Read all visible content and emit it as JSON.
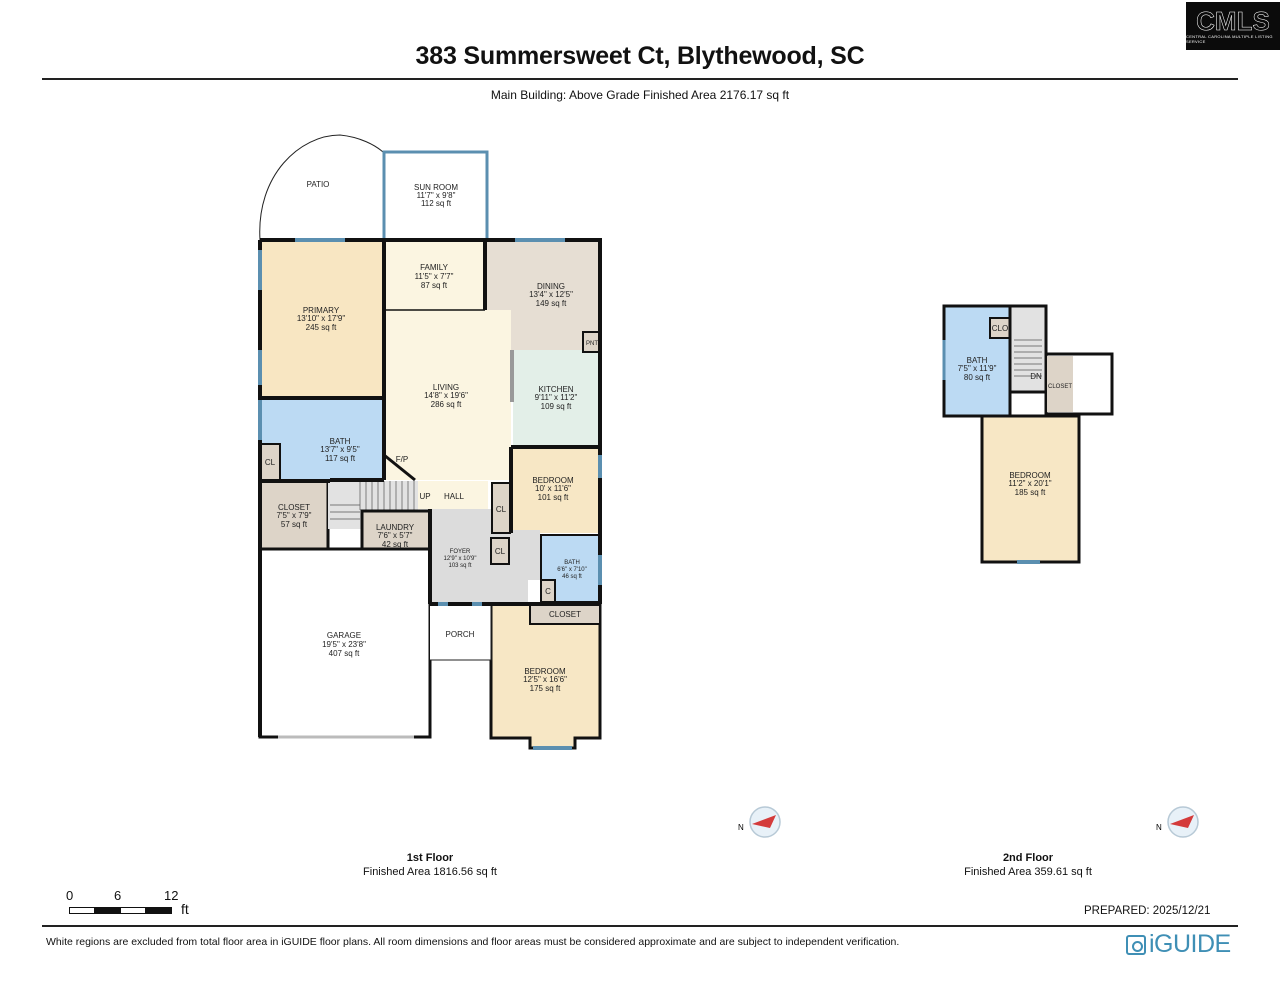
{
  "header": {
    "logo_text": "CMLS",
    "logo_subtext": "CENTRAL CAROLINA MULTIPLE LISTING SERVICE",
    "title": "383 Summersweet Ct, Blythewood, SC",
    "subtitle": "Main Building: Above Grade Finished Area 2176.17 sq ft"
  },
  "colors": {
    "wall": "#111111",
    "window": "#5b8fb0",
    "bedroom_fill": "#f7e7c5",
    "primary_fill": "#f8e6c2",
    "living_fill": "#fbf5e1",
    "bath_fill": "#bcdaf3",
    "kitchen_fill": "#e3efe8",
    "dining_fill": "#e6ded3",
    "closet_fill": "#ddd4c8",
    "foyer_fill": "#dcdcdc",
    "brand_blue": "#3f8fb5"
  },
  "floors": [
    {
      "name": "1st Floor",
      "area": "Finished Area 1816.56 sq ft",
      "rooms": [
        {
          "name": "PATIO",
          "dims": "",
          "area": ""
        },
        {
          "name": "SUN ROOM",
          "dims": "11'7\" x 9'8\"",
          "area": "112 sq ft"
        },
        {
          "name": "FAMILY",
          "dims": "11'5\" x 7'7\"",
          "area": "87 sq ft"
        },
        {
          "name": "DINING",
          "dims": "13'4\" x 12'5\"",
          "area": "149 sq ft"
        },
        {
          "name": "PRIMARY",
          "dims": "13'10\" x 17'9\"",
          "area": "245 sq ft"
        },
        {
          "name": "LIVING",
          "dims": "14'8\" x 19'6\"",
          "area": "286 sq ft"
        },
        {
          "name": "KITCHEN",
          "dims": "9'11\" x 11'2\"",
          "area": "109 sq ft"
        },
        {
          "name": "PNT",
          "dims": "",
          "area": ""
        },
        {
          "name": "BATH",
          "dims": "13'7\" x 9'5\"",
          "area": "117 sq ft"
        },
        {
          "name": "CL",
          "dims": "",
          "area": ""
        },
        {
          "name": "F/P",
          "dims": "",
          "area": ""
        },
        {
          "name": "BEDROOM",
          "dims": "10' x 11'6\"",
          "area": "101 sq ft"
        },
        {
          "name": "CLOSET",
          "dims": "7'5\" x 7'9\"",
          "area": "57 sq ft"
        },
        {
          "name": "UP",
          "dims": "",
          "area": ""
        },
        {
          "name": "HALL",
          "dims": "",
          "area": ""
        },
        {
          "name": "CL",
          "dims": "",
          "area": ""
        },
        {
          "name": "LAUNDRY",
          "dims": "7'6\" x 5'7\"",
          "area": "42 sq ft"
        },
        {
          "name": "FOYER",
          "dims": "12'9\" x 10'9\"",
          "area": "103 sq ft"
        },
        {
          "name": "CL",
          "dims": "",
          "area": ""
        },
        {
          "name": "BATH",
          "dims": "6'6\" x 7'10\"",
          "area": "46 sq ft"
        },
        {
          "name": "C",
          "dims": "",
          "area": ""
        },
        {
          "name": "CLOSET",
          "dims": "",
          "area": ""
        },
        {
          "name": "GARAGE",
          "dims": "19'5\" x 23'8\"",
          "area": "407 sq ft"
        },
        {
          "name": "PORCH",
          "dims": "",
          "area": ""
        },
        {
          "name": "BEDROOM",
          "dims": "12'5\" x 16'6\"",
          "area": "175 sq ft"
        }
      ]
    },
    {
      "name": "2nd Floor",
      "area": "Finished Area 359.61 sq ft",
      "rooms": [
        {
          "name": "BATH",
          "dims": "7'5\" x 11'9\"",
          "area": "80 sq ft"
        },
        {
          "name": "CLO",
          "dims": "",
          "area": ""
        },
        {
          "name": "DN",
          "dims": "",
          "area": ""
        },
        {
          "name": "CLOSET",
          "dims": "",
          "area": ""
        },
        {
          "name": "BEDROOM",
          "dims": "11'2\" x 20'1\"",
          "area": "185 sq ft"
        }
      ]
    }
  ],
  "compass": {
    "label": "N"
  },
  "scale": {
    "ticks": [
      "0",
      "6",
      "12"
    ],
    "unit": "ft"
  },
  "footer": {
    "prepared": "PREPARED: 2025/12/21",
    "disclaimer": "White regions are excluded from total floor area in iGUIDE floor plans. All room dimensions and floor areas must be considered approximate and are subject to independent verification.",
    "brand": "iGUIDE"
  }
}
